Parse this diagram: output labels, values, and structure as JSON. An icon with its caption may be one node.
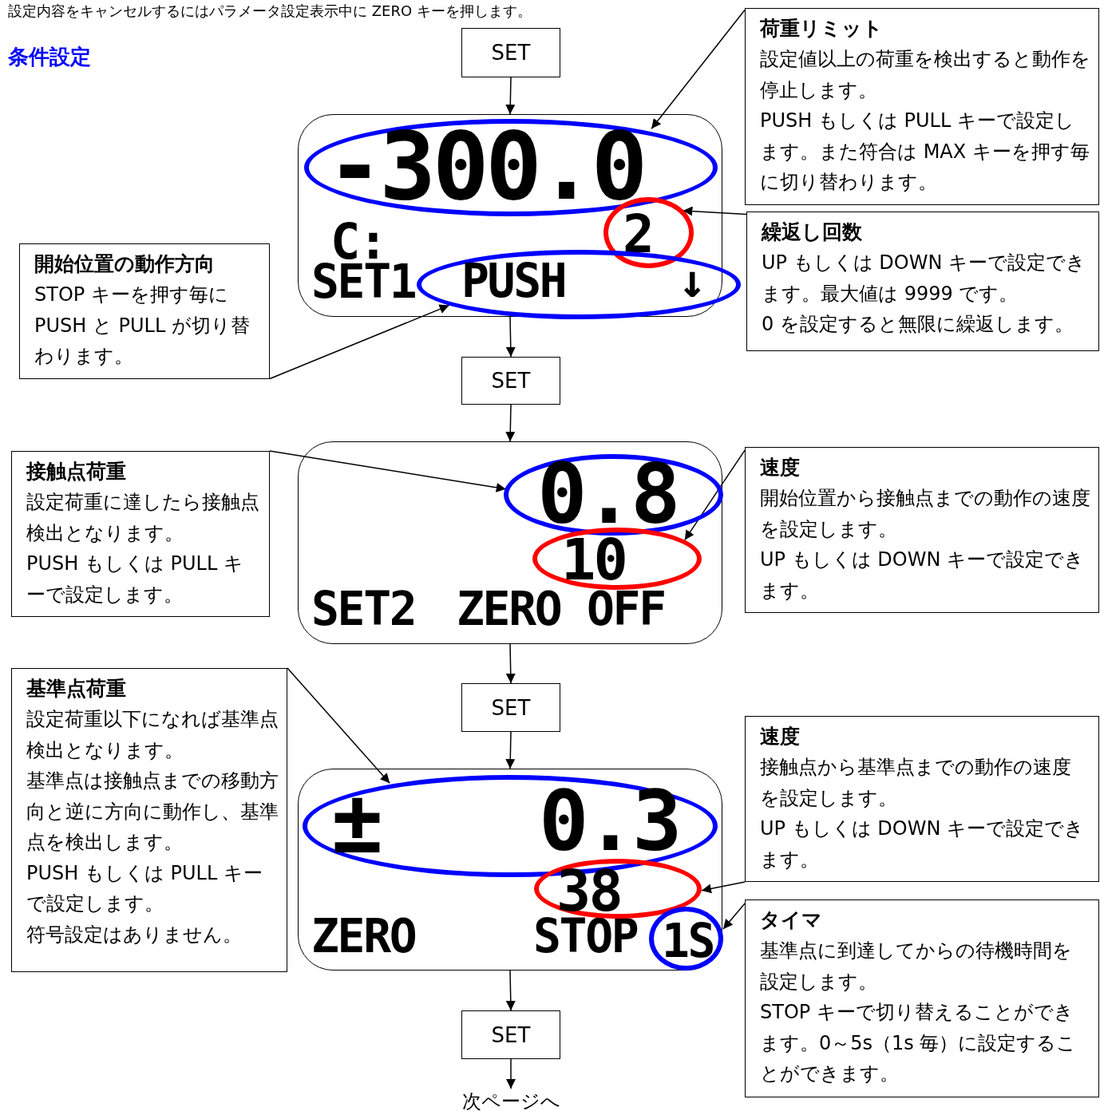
{
  "diagram": {
    "title": "条件設定",
    "nodes": [
      {
        "text": [
          "SET"
        ]
      },
      {
        "text": [
          "C:",
          "SET1"
        ]
      },
      {
        "text": [
          "-300.0"
        ],
        "in": 1
      },
      {
        "text": [
          "2"
        ],
        "in": 1
      },
      {
        "text": [
          "PUSH",
          "↓"
        ]
      },
      {
        "text": [
          "荷重リミット",
          "設定値以上の荷重を検出すると動作を停止します。",
          "PUSH もしくは PULL キーで設定します。また符合は MAX キーを押す毎に切り替わります。"
        ]
      },
      {
        "text": [
          "繰返し回数",
          "UP もしくは DOWN キーで設定できます。最大値は 9999 です。",
          "0 を設定すると無限に繰返します。"
        ]
      },
      {
        "text": [
          "開始位置の動作方向",
          "STOP キーを押す毎に PUSH と PULL が切り替わります。"
        ]
      },
      {
        "text": [
          "SET"
        ]
      },
      {
        "text": [
          "SET2",
          "ZERO OFF"
        ]
      },
      {
        "text": [
          "0.8"
        ],
        "in": 9
      },
      {
        "text": [
          "10"
        ],
        "in": 9
      },
      {
        "text": [
          "接触点荷重",
          "設定荷重に達したら接触点検出となります。",
          "PUSH もしくは PULL キーで設定します。"
        ]
      },
      {
        "text": [
          "速度",
          "開始位置から接触点までの動作の速度を設定します。",
          "UP もしくは DOWN キーで設定できます。"
        ]
      },
      {
        "text": [
          "SET"
        ]
      },
      {
        "text": [
          "ZERO",
          "STOP"
        ]
      },
      {
        "text": [
          "±",
          "0.3"
        ],
        "in": 15
      },
      {
        "text": [
          "38"
        ],
        "in": 15
      },
      {
        "text": [
          "1S"
        ],
        "in": 15
      },
      {
        "text": [
          "基準点荷重",
          "設定荷重以下になれば基準点検出となります。",
          "基準点は接触点までの移動方向と逆に方向に動作し、基準点を検出します。",
          "PUSH もしくは PULL キーで設定します。",
          "符号設定はありません。"
        ]
      },
      {
        "text": [
          "速度",
          "接触点から基準点までの動作の速度を設定します。",
          "UP もしくは DOWN キーで設定できます。"
        ]
      },
      {
        "text": [
          "タイマ",
          "基準点に到達してからの待機時間を設定します。",
          "STOP キーで切り替えることができます。0～5s（1s 毎）に設定することができます。"
        ]
      },
      {
        "text": [
          "SET"
        ]
      },
      {
        "text": [
          "次ページへ"
        ]
      }
    ],
    "edges": [
      {
        "from": 0,
        "to": 1,
        "arrow": "to"
      },
      {
        "from": 1,
        "to": 8,
        "arrow": "to"
      },
      {
        "from": 8,
        "to": 9,
        "arrow": "to"
      },
      {
        "from": 9,
        "to": 14,
        "arrow": "to"
      },
      {
        "from": 14,
        "to": 15,
        "arrow": "to"
      },
      {
        "from": 15,
        "to": 22,
        "arrow": "to"
      },
      {
        "from": 22,
        "to": 23,
        "arrow": "to"
      },
      {
        "from": 5,
        "to": 2,
        "arrow": "to"
      },
      {
        "from": 6,
        "to": 3,
        "arrow": "to"
      },
      {
        "from": 7,
        "to": 4,
        "arrow": "to"
      },
      {
        "from": 12,
        "to": 10,
        "arrow": "to"
      },
      {
        "from": 13,
        "to": 11,
        "arrow": "to"
      },
      {
        "from": 19,
        "to": 16,
        "arrow": "to"
      },
      {
        "from": 20,
        "to": 17,
        "arrow": "to"
      },
      {
        "from": 21,
        "to": 18,
        "arrow": "to"
      }
    ],
    "labels": [
      "設定内容をキャンセルするにはパラメータ設定表示中に ZERO キーを押します。"
    ]
  }
}
